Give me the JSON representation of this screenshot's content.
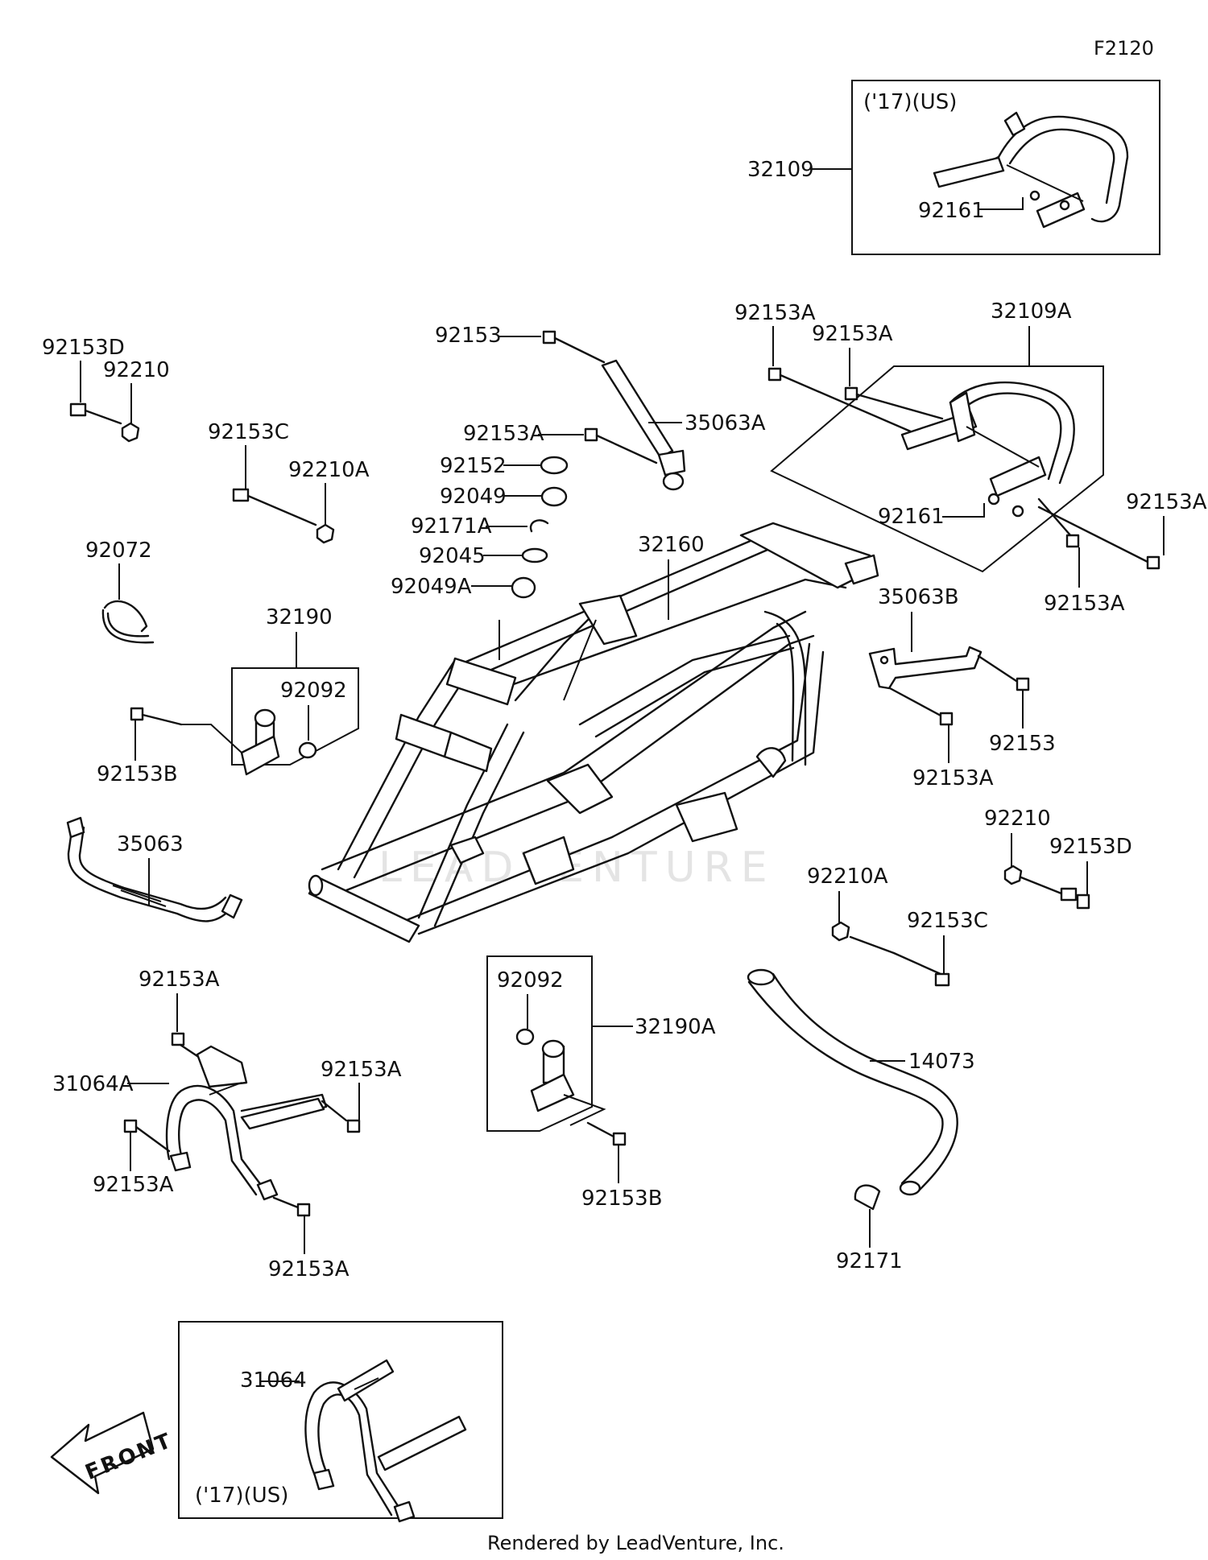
{
  "diagram_id": "F2120",
  "boxes": {
    "rear_guard_variant": "('17)(US)",
    "front_guard_variant": "('17)(US)"
  },
  "labels": {
    "p32109": "32109",
    "p92161_box": "92161",
    "p92153D_a": "92153D",
    "p92210_a": "92210",
    "p92153C_a": "92153C",
    "p92210A_a": "92210A",
    "p92072": "92072",
    "p32190": "32190",
    "p92092_a": "92092",
    "p92153B_a": "92153B",
    "p35063": "35063",
    "p92153": "92153",
    "p35063A": "35063A",
    "p92153A_s1": "92153A",
    "p92152": "92152",
    "p92049": "92049",
    "p92171A": "92171A",
    "p92045": "92045",
    "p92049A": "92049A",
    "p32160": "32160",
    "p92153A_r1": "92153A",
    "p92153A_r2": "92153A",
    "p32109A": "32109A",
    "p92161": "92161",
    "p92153A_r3": "92153A",
    "p92153A_r4": "92153A",
    "p35063B": "35063B",
    "p92153_b": "92153",
    "p92153A_r5": "92153A",
    "p92210_b": "92210",
    "p92153D_b": "92153D",
    "p92210A_b": "92210A",
    "p92153C_b": "92153C",
    "p92153A_l1": "92153A",
    "p31064A": "31064A",
    "p92153A_l2": "92153A",
    "p92153A_l3": "92153A",
    "p92153A_l4": "92153A",
    "p92092_b": "92092",
    "p32190A": "32190A",
    "p92153B_b": "92153B",
    "p14073": "14073",
    "p92171": "92171",
    "p31064": "31064"
  },
  "front_arrow": "FRONT",
  "watermark": "LEADVENTURE",
  "footer": "Rendered by LeadVenture, Inc."
}
